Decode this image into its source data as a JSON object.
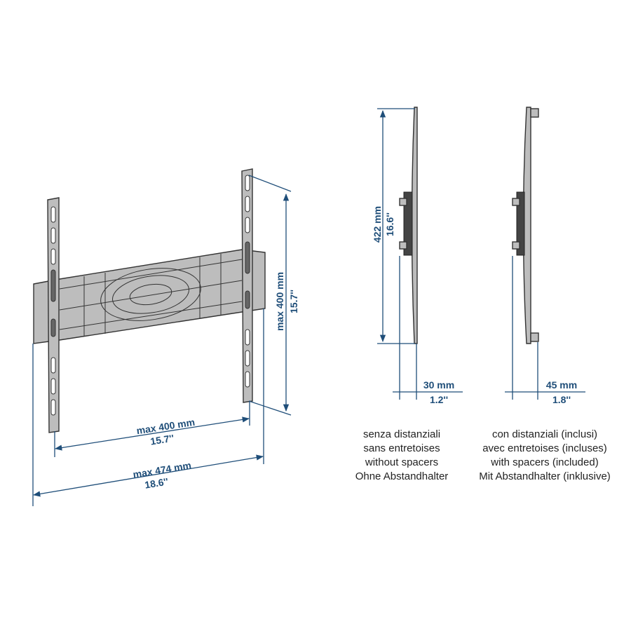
{
  "front_view": {
    "height_dim": {
      "mm": "max 400 mm",
      "inch": "15.7''"
    },
    "width_dim": {
      "mm": "max 400 mm",
      "inch": "15.7''"
    },
    "total_width_dim": {
      "mm": "max 474 mm",
      "inch": "18.6''"
    }
  },
  "side_view_without_spacers": {
    "height_dim": {
      "mm": "422 mm",
      "inch": "16.6''"
    },
    "depth_dim": {
      "mm": "30 mm",
      "inch": "1.2''"
    },
    "caption": [
      "senza distanziali",
      "sans entretoises",
      "without spacers",
      "Ohne Abstandhalter"
    ]
  },
  "side_view_with_spacers": {
    "depth_dim": {
      "mm": "45 mm",
      "inch": "1.8''"
    },
    "caption": [
      "con distanziali (inclusi)",
      "avec entretoises (incluses)",
      "with spacers (included)",
      "Mit Abstandhalter (inklusive)"
    ]
  },
  "colors": {
    "dimension": "#1f4e79",
    "metal": "#bdbdbd"
  }
}
